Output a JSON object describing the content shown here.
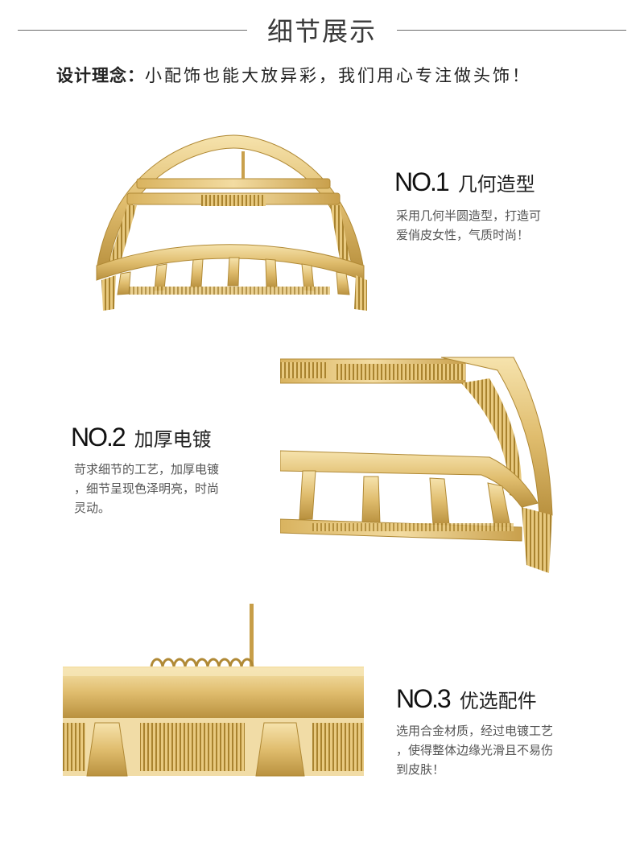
{
  "header": {
    "title": "细节展示",
    "concept_lead": "设计理念：",
    "concept_text": "小配饰也能大放异彩，我们用心专注做头饰！"
  },
  "colors": {
    "gold_light": "#f4dc9e",
    "gold_mid": "#dcb766",
    "gold_dark": "#b08935",
    "text_dark": "#222222",
    "text_gray": "#555555"
  },
  "features": [
    {
      "number": "NO.1",
      "name": "几何造型",
      "desc_lines": [
        "采用几何半圆造型，打造可",
        "爱俏皮女性，气质时尚！"
      ]
    },
    {
      "number": "NO.2",
      "name": "加厚电镀",
      "desc_lines": [
        "苛求细节的工艺，加厚电镀",
        "，细节呈现色泽明亮，时尚",
        "灵动。"
      ]
    },
    {
      "number": "NO.3",
      "name": "优选配件",
      "desc_lines": [
        "选用合金材质，经过电镀工艺",
        "，使得整体边缘光滑且不易伤",
        "到皮肤！"
      ]
    }
  ]
}
